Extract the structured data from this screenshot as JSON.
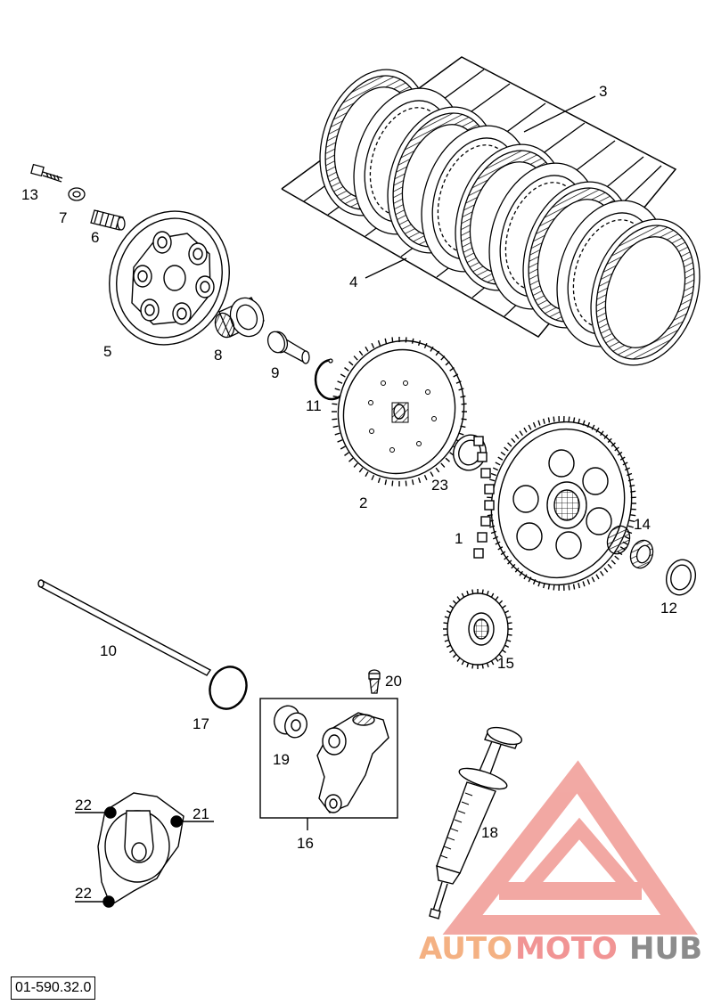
{
  "reference_code": "01-590.32.0",
  "callouts": [
    "1",
    "2",
    "3",
    "4",
    "5",
    "6",
    "7",
    "8",
    "9",
    "10",
    "11",
    "12",
    "13",
    "14",
    "15",
    "16",
    "17",
    "18",
    "19",
    "20",
    "21",
    "22",
    "22",
    "23"
  ],
  "watermark": {
    "word_a": "AUTO",
    "word_b": "MOTO",
    "word_c": "HUB",
    "color_a": "#f4b183",
    "color_b": "#f19494",
    "color_c": "#8c8c8c",
    "mark_color": "#f09a94"
  }
}
